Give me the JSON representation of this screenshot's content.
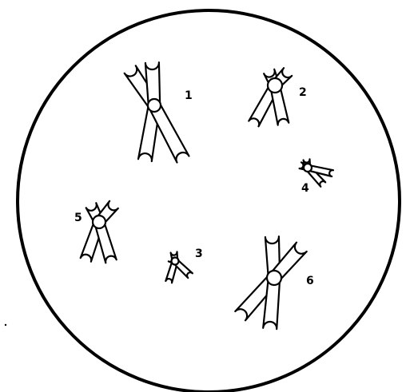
{
  "diagram": {
    "colors": {
      "ink": "#000000",
      "paper": "#ffffff"
    },
    "chromosomes": [
      {
        "label": "1"
      },
      {
        "label": "2"
      },
      {
        "label": "3"
      },
      {
        "label": "4"
      },
      {
        "label": "5"
      },
      {
        "label": "6"
      }
    ]
  }
}
